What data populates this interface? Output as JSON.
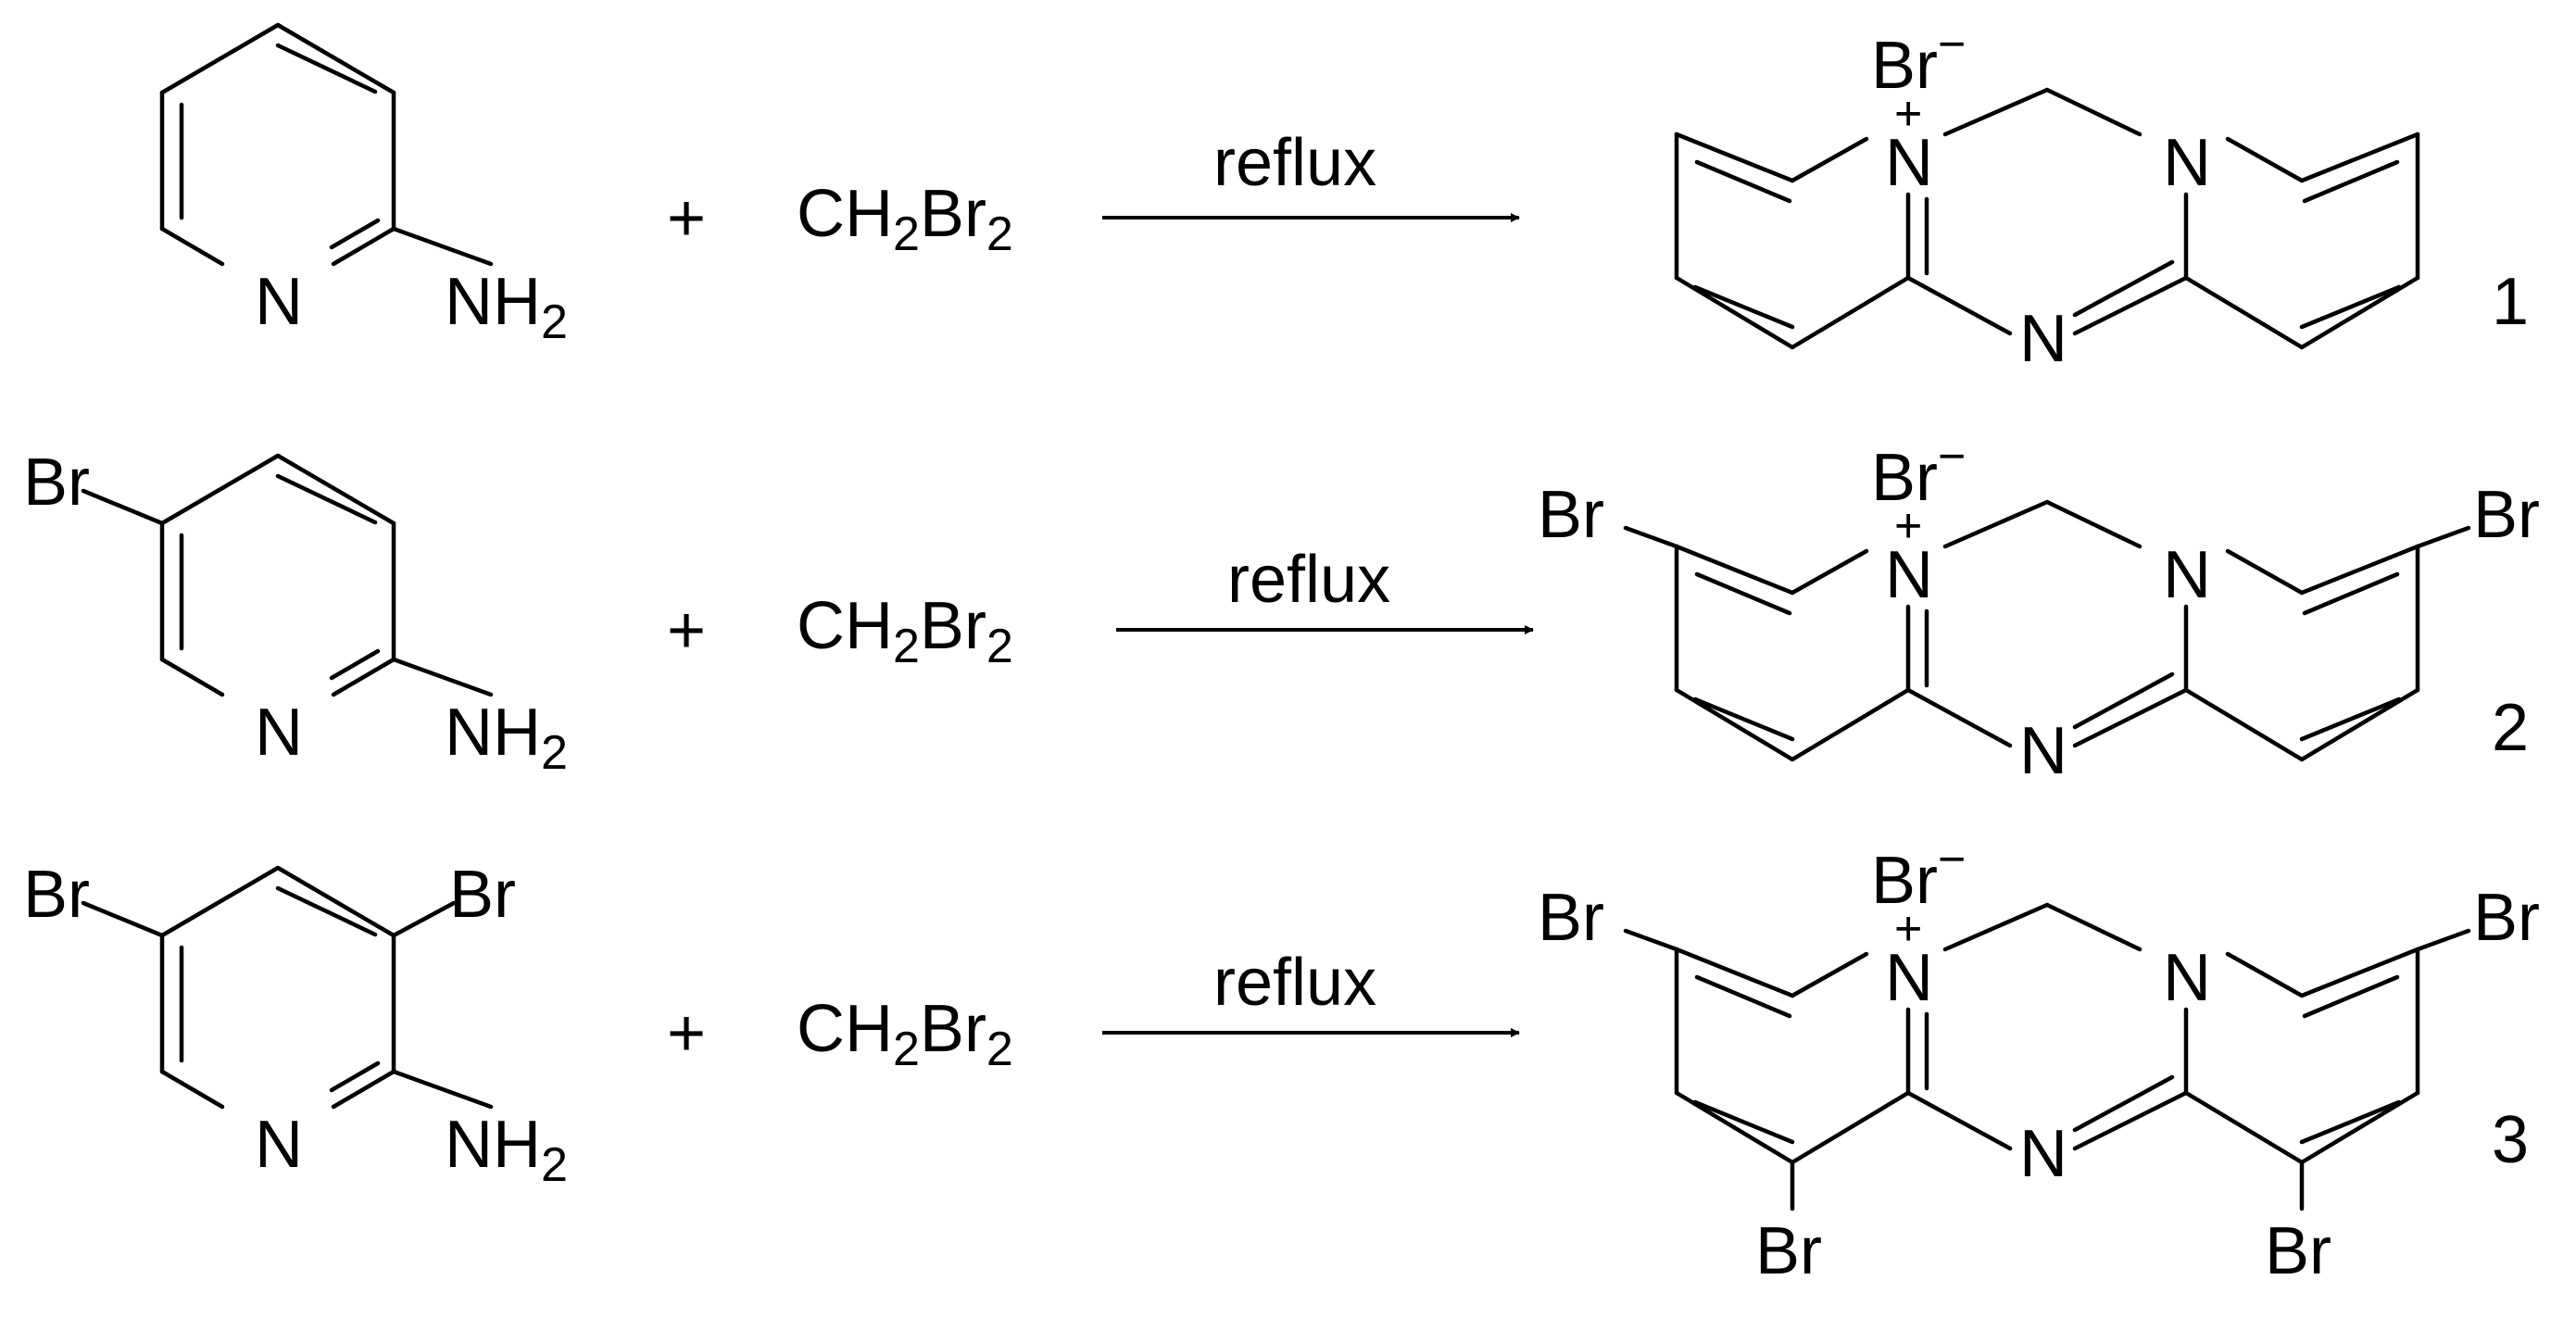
{
  "labels": {
    "N": "N",
    "NH": "NH",
    "H": "H",
    "two": "2",
    "Br": "Br",
    "plus": "+",
    "minus": "−",
    "ch": "CH",
    "reflux": "reflux"
  },
  "reactions": [
    {
      "number": "1"
    },
    {
      "number": "2"
    },
    {
      "number": "3"
    }
  ]
}
